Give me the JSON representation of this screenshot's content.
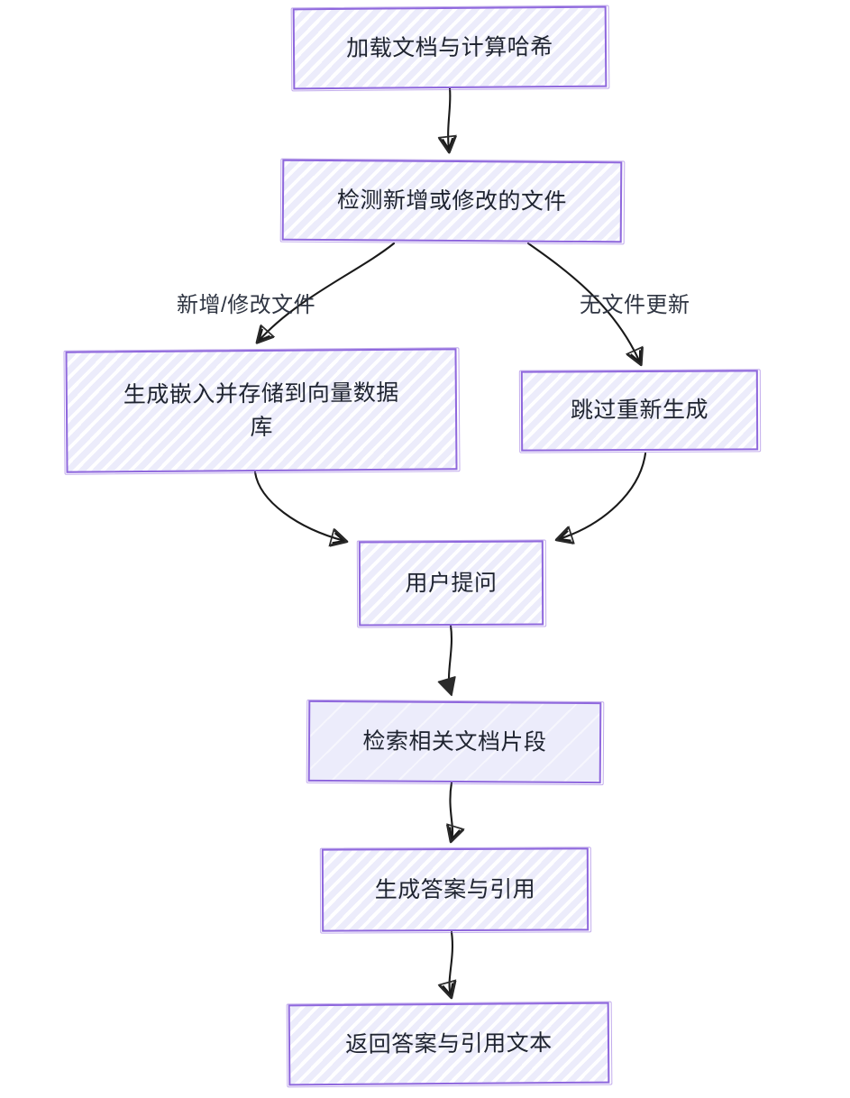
{
  "diagram": {
    "type": "flowchart",
    "direction": "top-to-bottom",
    "style": "hand-drawn-sketch",
    "colors": {
      "node_border": "#8f68dd",
      "node_fill": "#ececfb",
      "node_hatch": "#ffffff",
      "edge_stroke": "#1a1a1a",
      "text": "#1f2430",
      "background": "#ffffff"
    },
    "nodes": [
      {
        "id": "n1",
        "label": "加载文档与计算哈希"
      },
      {
        "id": "n2",
        "label": "检测新增或修改的文件"
      },
      {
        "id": "n3",
        "label": "生成嵌入并存储到向量数据\n库"
      },
      {
        "id": "n4",
        "label": "跳过重新生成"
      },
      {
        "id": "n5",
        "label": "用户提问"
      },
      {
        "id": "n6",
        "label": "检索相关文档片段"
      },
      {
        "id": "n7",
        "label": "生成答案与引用"
      },
      {
        "id": "n8",
        "label": "返回答案与引用文本"
      }
    ],
    "edges": [
      {
        "from": "n1",
        "to": "n2",
        "label": ""
      },
      {
        "from": "n2",
        "to": "n3",
        "label": "新增/修改文件"
      },
      {
        "from": "n2",
        "to": "n4",
        "label": "无文件更新"
      },
      {
        "from": "n3",
        "to": "n5",
        "label": ""
      },
      {
        "from": "n4",
        "to": "n5",
        "label": ""
      },
      {
        "from": "n5",
        "to": "n6",
        "label": ""
      },
      {
        "from": "n6",
        "to": "n7",
        "label": ""
      },
      {
        "from": "n7",
        "to": "n8",
        "label": ""
      }
    ],
    "edge_labels": {
      "branch_changed": "新增/修改文件",
      "branch_unchanged": "无文件更新"
    }
  }
}
